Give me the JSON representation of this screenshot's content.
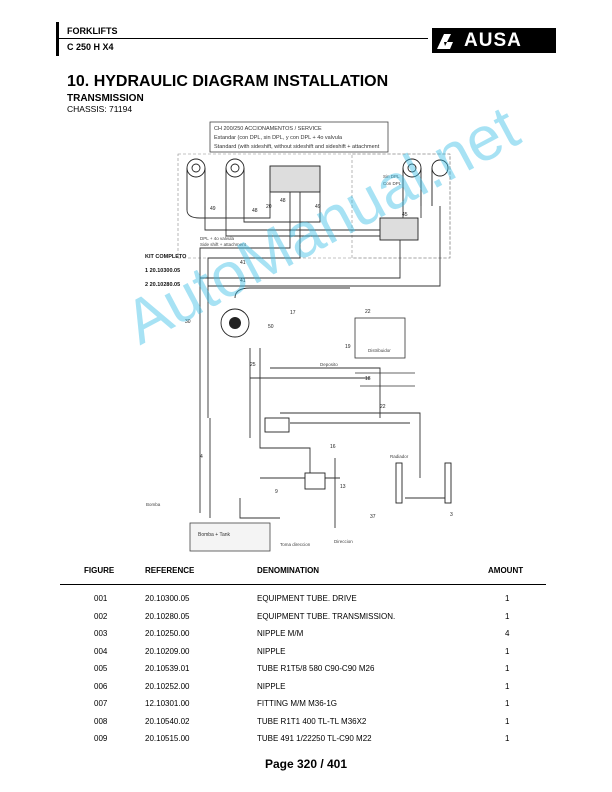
{
  "header": {
    "product": "FORKLIFTS",
    "model": "C 250 H X4",
    "logo_text": "AUSA"
  },
  "section": {
    "title": "10. HYDRAULIC DIAGRAM INSTALLATION",
    "subtitle": "TRANSMISSION",
    "chassis": "CHASSIS: 71194"
  },
  "diagram": {
    "note_lines": [
      "CH 200/250 ACCIONAMENTOS / SERVICE",
      "Estandar (con DPL, sin DPL, y con DPL + 4o valvula",
      "Standard (with sideshift, without sideshift and sideshift + attachment"
    ],
    "kit_title": "KIT COMPLETO",
    "kit_items": [
      "1   20.10300.05",
      "2   20.10280.05"
    ],
    "labels": [
      "Sin DPL",
      "Con DPL",
      "DPL + 4o valvula",
      "Side shift + attachment",
      "Deposito",
      "Bomba",
      "Distribuidor",
      "Direccion",
      "Bomba + Tank",
      "Radiador",
      "Toma direccion"
    ]
  },
  "watermark": "AutoManual.net",
  "table": {
    "headers": {
      "figure": "FIGURE",
      "reference": "REFERENCE",
      "denomination": "DENOMINATION",
      "amount": "AMOUNT"
    },
    "rows": [
      {
        "figure": "001",
        "reference": "20.10300.05",
        "denomination": "EQUIPMENT TUBE. DRIVE",
        "amount": "1"
      },
      {
        "figure": "002",
        "reference": "20.10280.05",
        "denomination": "EQUIPMENT TUBE. TRANSMISSION.",
        "amount": "1"
      },
      {
        "figure": "003",
        "reference": "20.10250.00",
        "denomination": "NIPPLE M/M",
        "amount": "4"
      },
      {
        "figure": "004",
        "reference": "20.10209.00",
        "denomination": "NIPPLE",
        "amount": "1"
      },
      {
        "figure": "005",
        "reference": "20.10539.01",
        "denomination": "TUBE R1T5/8 580 C90-C90 M26",
        "amount": "1"
      },
      {
        "figure": "006",
        "reference": "20.10252.00",
        "denomination": "NIPPLE",
        "amount": "1"
      },
      {
        "figure": "007",
        "reference": "12.10301.00",
        "denomination": "FITTING M/M M36-1G",
        "amount": "1"
      },
      {
        "figure": "008",
        "reference": "20.10540.02",
        "denomination": "TUBE R1T1 400 TL-TL M36X2",
        "amount": "1"
      },
      {
        "figure": "009",
        "reference": "20.10515.00",
        "denomination": "TUBE 491 1/22250 TL-C90 M22",
        "amount": "1"
      }
    ]
  },
  "footer": {
    "page_label": "Page 320 / 401"
  }
}
